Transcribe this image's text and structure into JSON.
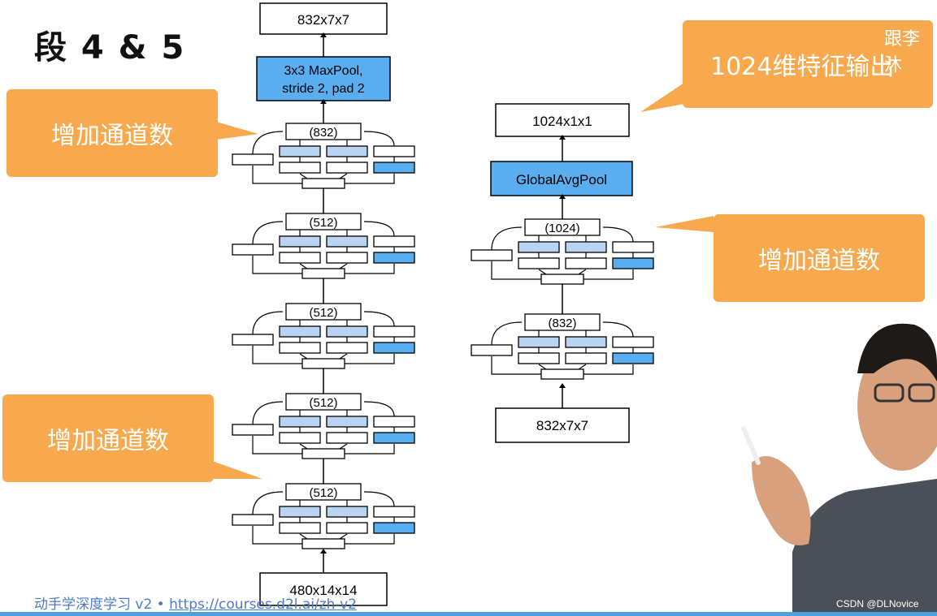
{
  "title": "段 4 & 5",
  "callouts": {
    "top_left": "增加通道数",
    "bottom_left": "增加通道数",
    "right_middle": "增加通道数",
    "top_right": "1024维特征输出"
  },
  "left_column": {
    "output": "832x7x7",
    "maxpool_line1": "3x3 MaxPool,",
    "maxpool_line2": "stride 2, pad 2",
    "blocks": [
      "(832)",
      "(512)",
      "(512)",
      "(512)",
      "(512)"
    ],
    "input": "480x14x14"
  },
  "right_column": {
    "output": "1024x1x1",
    "pool": "GlobalAvgPool",
    "blocks": [
      "(1024)",
      "(832)"
    ],
    "input": "832x7x7"
  },
  "footer": {
    "prefix": "动手学深度学习 v2 • ",
    "link": "https://courses.d2l.ai/zh-v2"
  },
  "speaker_tag": "跟李沐",
  "watermark": "CSDN @DLNovice",
  "colors": {
    "accent_blue": "#5aaef0",
    "light_blue": "#b9d3f3",
    "callout_orange": "#f8a94d",
    "footer_blue": "#4aa3df"
  }
}
